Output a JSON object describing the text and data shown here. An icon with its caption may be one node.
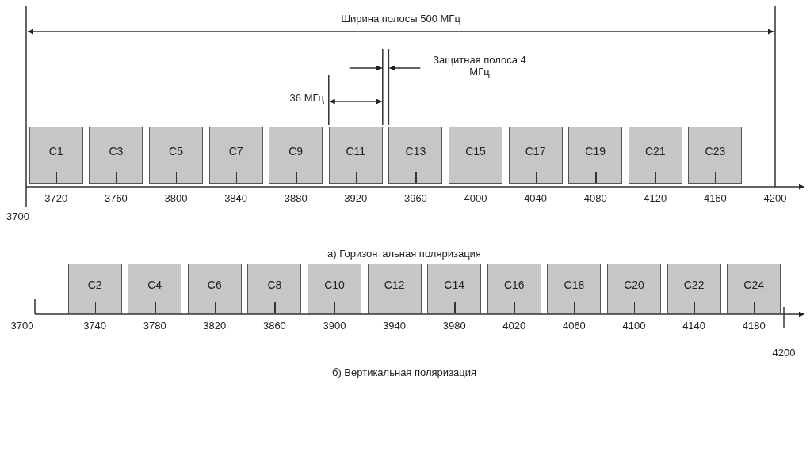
{
  "diagram": {
    "nodes": [
      {
        "text": [
          "C1"
        ]
      },
      {
        "text": [
          "C3"
        ]
      },
      {
        "text": [
          "C5"
        ]
      },
      {
        "text": [
          "C7"
        ]
      },
      {
        "text": [
          "C9"
        ]
      },
      {
        "text": [
          "C11"
        ]
      },
      {
        "text": [
          "C13"
        ]
      },
      {
        "text": [
          "C15"
        ]
      },
      {
        "text": [
          "C17"
        ]
      },
      {
        "text": [
          "C19"
        ]
      },
      {
        "text": [
          "C21"
        ]
      },
      {
        "text": [
          "C23"
        ]
      },
      {
        "text": [
          "C2"
        ]
      },
      {
        "text": [
          "C4"
        ]
      },
      {
        "text": [
          "C6"
        ]
      },
      {
        "text": [
          "C8"
        ]
      },
      {
        "text": [
          "C10"
        ]
      },
      {
        "text": [
          "C12"
        ]
      },
      {
        "text": [
          "C14"
        ]
      },
      {
        "text": [
          "C16"
        ]
      },
      {
        "text": [
          "C18"
        ]
      },
      {
        "text": [
          "C20"
        ]
      },
      {
        "text": [
          "C22"
        ]
      },
      {
        "text": [
          "C24"
        ]
      }
    ],
    "labels": [
      "Ширина полосы 500 МГц",
      "Защитная полоса 4 МГц",
      "36 МГц",
      "3720",
      "3760",
      "3800",
      "3840",
      "3880",
      "3920",
      "3960",
      "4000",
      "4040",
      "4080",
      "4120",
      "4160",
      "4200",
      "3700",
      "а) Горизонтальная поляризация",
      "3700",
      "3740",
      "3780",
      "3820",
      "3860",
      "3900",
      "3940",
      "3980",
      "4020",
      "4060",
      "4100",
      "4140",
      "4180",
      "4200",
      "б) Вертикальная поляризация"
    ]
  }
}
